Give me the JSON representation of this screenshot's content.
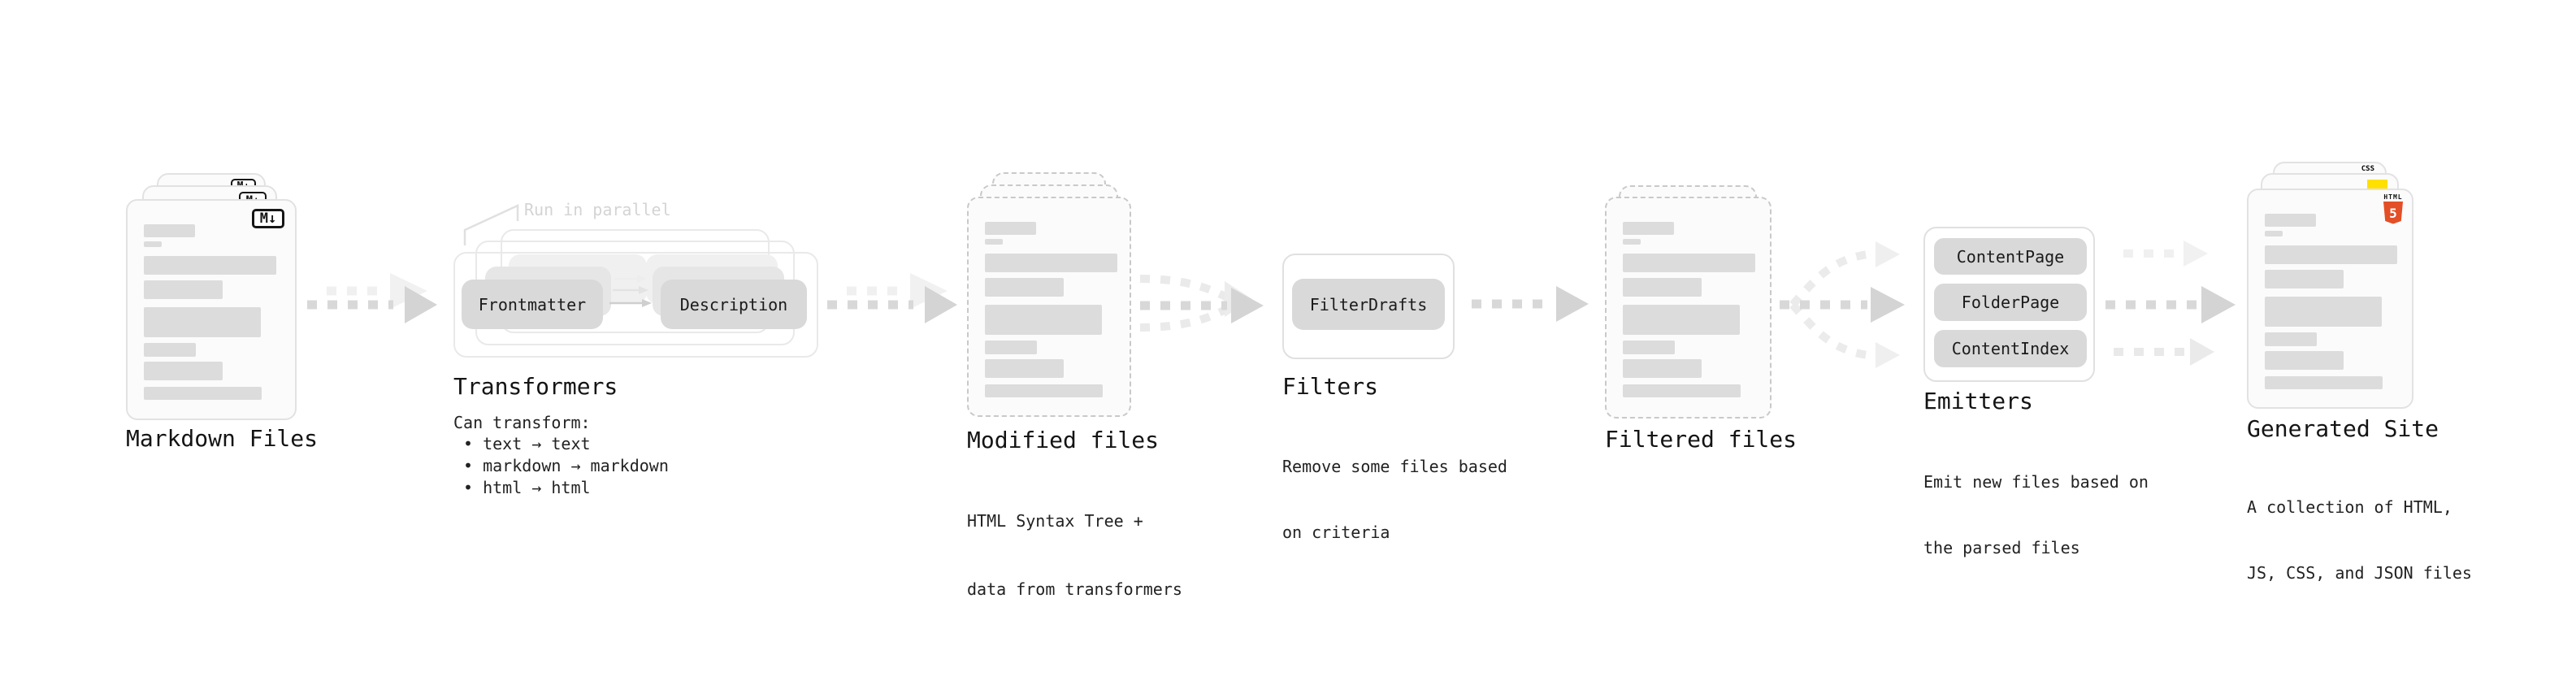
{
  "diagram": {
    "markdown_files": {
      "title": "Markdown Files",
      "badge": "M↓"
    },
    "transformers": {
      "title": "Transformers",
      "note": "Run in parallel",
      "node1": "Frontmatter",
      "node2": "Description",
      "desc_heading": "Can transform:",
      "bullet1": "• text → text",
      "bullet2": "• markdown → markdown",
      "bullet3": "• html → html"
    },
    "modified_files": {
      "title": "Modified files",
      "desc_line1": "HTML Syntax Tree +",
      "desc_line2": "data from transformers"
    },
    "filters": {
      "title": "Filters",
      "node1": "FilterDrafts",
      "desc_line1": "Remove some files based",
      "desc_line2": "on criteria"
    },
    "filtered_files": {
      "title": "Filtered files"
    },
    "emitters": {
      "title": "Emitters",
      "node1": "ContentPage",
      "node2": "FolderPage",
      "node3": "ContentIndex",
      "desc_line1": "Emit new files based on",
      "desc_line2": "the parsed files"
    },
    "generated_site": {
      "title": "Generated Site",
      "desc_line1": "A collection of HTML,",
      "desc_line2": "JS, CSS, and JSON files",
      "html5_label": "HTML",
      "html5_number": "5",
      "css_badge": "CSS"
    }
  },
  "colors": {
    "html5_orange": "#e34f26",
    "js_yellow": "#ffe000",
    "css_blue": "#2862e9",
    "arrow_dark": "#d6d6d6",
    "arrow_light": "#efefef"
  }
}
